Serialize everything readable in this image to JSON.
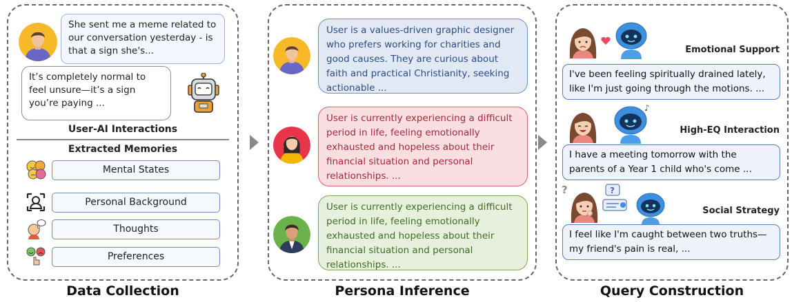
{
  "panels": {
    "data_collection": "Data Collection",
    "persona_inference": "Persona Inference",
    "query_construction": "Query Construction"
  },
  "data_collection": {
    "user_message": "She sent me a meme related to our conversation yesterday - is that a sign she's...",
    "ai_message": "It’s completely normal to feel unsure—it’s a sign you’re paying ...",
    "interactions_label": "User-AI Interactions",
    "memories_label": "Extracted Memories",
    "memories": [
      {
        "label": "Mental States",
        "icon": "emotions-icon"
      },
      {
        "label": "Personal Background",
        "icon": "profile-icon"
      },
      {
        "label": "Thoughts",
        "icon": "thinking-icon"
      },
      {
        "label": "Preferences",
        "icon": "like-dislike-icon"
      }
    ]
  },
  "personas": [
    {
      "text": "User is a values-driven graphic designer who prefers working for charities and good causes. They are curious about faith and practical Christianity, seeking actionable  ...",
      "color": "#2f4a82",
      "avatar": "man-avatar-icon"
    },
    {
      "text": "User is currently experiencing a difficult period in life, feeling emotionally exhausted and hopeless about their financial situation and personal relationships. ...",
      "color": "#a42938",
      "avatar": "woman-avatar-icon"
    },
    {
      "text": "User is currently experiencing a difficult period in life, feeling emotionally exhausted and hopeless about their financial situation and personal relationships. ...",
      "color": "#3e6d23",
      "avatar": "businessman-avatar-icon"
    }
  ],
  "queries": [
    {
      "category": "Emotional Support",
      "text": "I've been feeling spiritually drained lately, like I'm just going through the motions. ..."
    },
    {
      "category": "High-EQ Interaction",
      "text": "I have a meeting tomorrow with the parents of a Year 1 child who's come ..."
    },
    {
      "category": "Social Strategy",
      "text": "I feel like I'm caught between two truths—my friend's pain is real,  ..."
    }
  ]
}
